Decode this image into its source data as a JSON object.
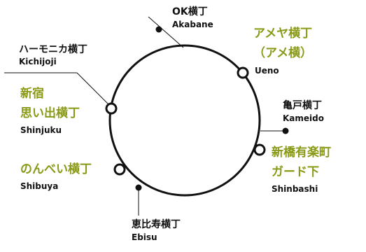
{
  "colors": {
    "accent": "#8a9a17",
    "line": "#111111"
  },
  "stations": {
    "okyokocho": {
      "ja": "OK横丁",
      "en": "Akabane"
    },
    "ameya": {
      "ja": "アメヤ横丁",
      "ja2": "（アメ横）",
      "en": "Ueno"
    },
    "harmonica": {
      "ja": "ハーモニカ横丁",
      "en": "Kichijoji"
    },
    "shinjuku": {
      "ja": "新宿",
      "ja2": "思い出横丁",
      "en": "Shinjuku"
    },
    "kameido": {
      "ja": "亀戸横丁",
      "en": "Kameido"
    },
    "shinbashi": {
      "ja": "新橋有楽町",
      "ja2": "ガード下",
      "en": "Shinbashi"
    },
    "shibuya": {
      "ja": "のんべい横丁",
      "en": "Shibuya"
    },
    "ebisu": {
      "ja": "恵比寿横丁",
      "en": "Ebisu"
    }
  }
}
